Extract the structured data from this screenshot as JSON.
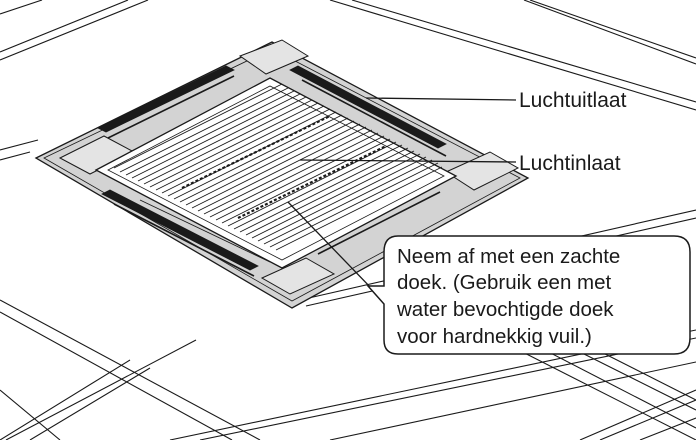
{
  "labels": {
    "outlet": "Luchtuitlaat",
    "inlet": "Luchtinlaat"
  },
  "callout": {
    "lines": [
      "Neem af met een zachte",
      "doek. (Gebruik een met",
      "water bevochtigde doek",
      "voor hardnekkig vuil.)"
    ]
  },
  "colors": {
    "panel": "#d3d3d3",
    "grille": "#ffffff",
    "line": "#1a1a1a",
    "background": "#ffffff"
  }
}
